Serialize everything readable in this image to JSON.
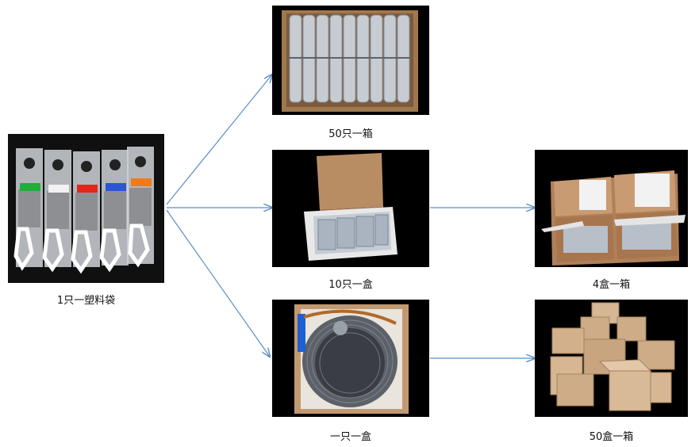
{
  "nodes": {
    "source": {
      "caption": "1只一塑料袋"
    },
    "case50": {
      "caption": "50只一箱"
    },
    "box10": {
      "caption": "10只一盒"
    },
    "carton4": {
      "caption": "4盒一箱"
    },
    "single_box": {
      "caption": "一只一盒"
    },
    "carton50": {
      "caption": "50盒一箱"
    }
  },
  "colors": {
    "arrow": "#5b8fc7",
    "photo_bg": "#000000",
    "cardboard": "#c8a27a",
    "glove_mesh": "#9a9a9a"
  }
}
